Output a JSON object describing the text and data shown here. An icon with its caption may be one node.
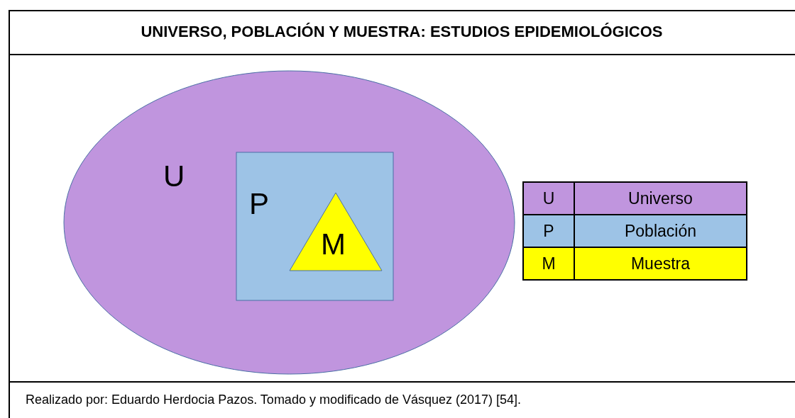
{
  "diagram": {
    "title": "UNIVERSO, POBLACIÓN Y MUESTRA: ESTUDIOS EPIDEMIOLÓGICOS",
    "caption": "Realizado por: Eduardo Herdocia Pazos. Tomado y modificado de Vásquez (2017) [54].",
    "nodes": [
      {
        "text": [
          "U"
        ]
      },
      {
        "text": [
          "P"
        ],
        "in": 0
      },
      {
        "text": [
          "M"
        ],
        "in": 1
      }
    ],
    "labels": [
      "U",
      "P",
      "M"
    ],
    "legend": [
      {
        "text": "Universo",
        "color": "#c095de"
      },
      {
        "text": "Población",
        "color": "#9dc3e6"
      },
      {
        "text": "Muestra",
        "color": "#ffff00"
      }
    ]
  }
}
